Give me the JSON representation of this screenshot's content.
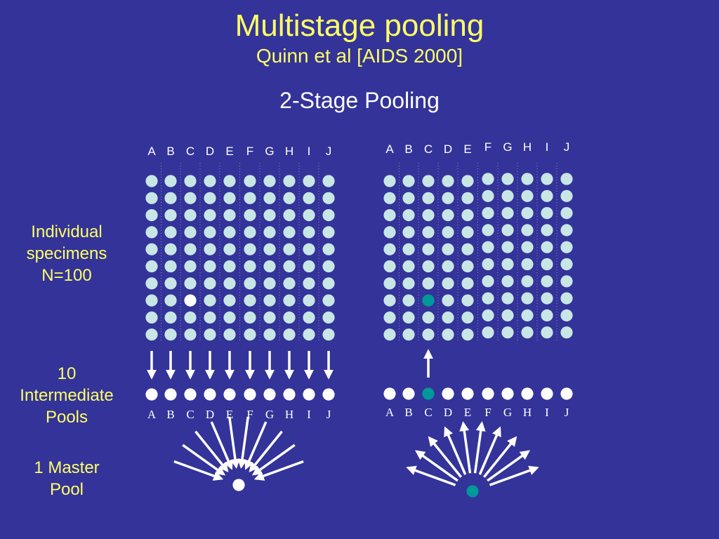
{
  "title": "Multistage pooling",
  "subtitle": "Quinn et al [AIDS 2000]",
  "heading": "2-Stage Pooling",
  "labels": {
    "individual": [
      "Individual",
      "specimens",
      "N=100"
    ],
    "intermediate": [
      "10",
      "Intermediate",
      "Pools"
    ],
    "master": [
      "1 Master",
      "Pool"
    ]
  },
  "columns": [
    "A",
    "B",
    "C",
    "D",
    "E",
    "F",
    "G",
    "H",
    "I",
    "J"
  ],
  "rows": 10,
  "left_panel": {
    "highlight_column": "C",
    "highlight_row": 7,
    "highlight_color": "#ffffff",
    "arrow_direction": "down"
  },
  "right_panel": {
    "highlight_column": "C",
    "highlight_row": 7,
    "highlight_color": "#009999",
    "arrow_direction": "up"
  },
  "colors": {
    "background": "#333399",
    "title": "#ffff66",
    "specimen": "#c8e6e6",
    "pool": "#ffffff",
    "positive": "#009999"
  }
}
